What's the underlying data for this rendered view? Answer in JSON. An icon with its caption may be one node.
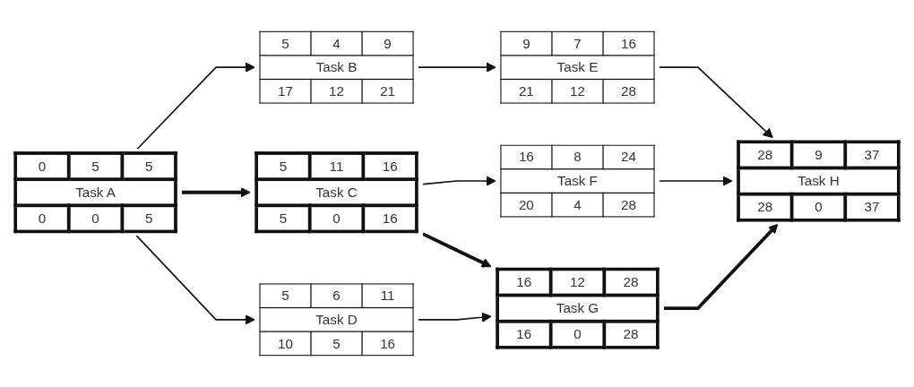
{
  "diagram": {
    "nodes": [
      {
        "text": [
          "0",
          "5",
          "5",
          "Task A",
          "0",
          "0",
          "5"
        ]
      },
      {
        "text": [
          "5",
          "4",
          "9",
          "Task B",
          "17",
          "12",
          "21"
        ]
      },
      {
        "text": [
          "5",
          "11",
          "16",
          "Task C",
          "5",
          "0",
          "16"
        ]
      },
      {
        "text": [
          "5",
          "6",
          "11",
          "Task D",
          "10",
          "5",
          "16"
        ]
      },
      {
        "text": [
          "9",
          "7",
          "16",
          "Task E",
          "21",
          "12",
          "28"
        ]
      },
      {
        "text": [
          "16",
          "8",
          "24",
          "Task F",
          "20",
          "4",
          "28"
        ]
      },
      {
        "text": [
          "16",
          "12",
          "28",
          "Task G",
          "16",
          "0",
          "28"
        ]
      },
      {
        "text": [
          "28",
          "9",
          "37",
          "Task H",
          "28",
          "0",
          "37"
        ]
      }
    ],
    "edges": [
      {
        "from": 0,
        "to": 1,
        "arrow": "to"
      },
      {
        "from": 0,
        "to": 2,
        "arrow": "to",
        "style": "thick"
      },
      {
        "from": 0,
        "to": 3,
        "arrow": "to"
      },
      {
        "from": 1,
        "to": 4,
        "arrow": "to"
      },
      {
        "from": 2,
        "to": 5,
        "arrow": "to"
      },
      {
        "from": 2,
        "to": 6,
        "arrow": "to",
        "style": "thick"
      },
      {
        "from": 3,
        "to": 6,
        "arrow": "to"
      },
      {
        "from": 4,
        "to": 7,
        "arrow": "to"
      },
      {
        "from": 5,
        "to": 7,
        "arrow": "to"
      },
      {
        "from": 6,
        "to": 7,
        "arrow": "to",
        "style": "thick"
      }
    ]
  }
}
